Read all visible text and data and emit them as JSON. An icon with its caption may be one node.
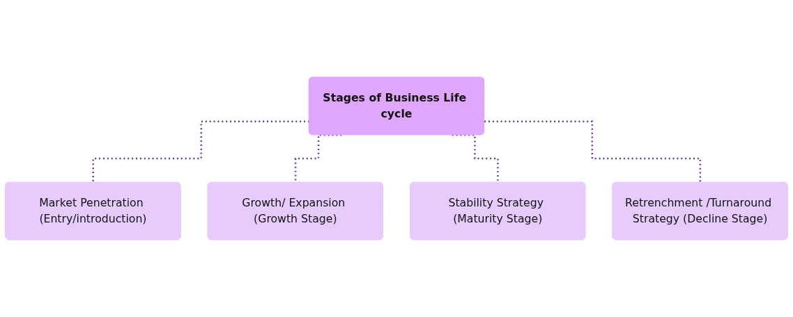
{
  "diagram": {
    "nodes": [
      {
        "text": [
          "Stages of Business Life cycle"
        ]
      },
      {
        "text": [
          "Market Penetration (Entry/introduction)"
        ]
      },
      {
        "text": [
          "Growth/ Expansion (Growth Stage)"
        ]
      },
      {
        "text": [
          "Stability Strategy (Maturity Stage)"
        ]
      },
      {
        "text": [
          "Retrenchment /Turnaround Strategy (Decline Stage)"
        ]
      }
    ],
    "edges": [
      {
        "from": 0,
        "to": 1,
        "arrow": "none",
        "style": "dashed"
      },
      {
        "from": 0,
        "to": 2,
        "arrow": "none",
        "style": "dashed"
      },
      {
        "from": 0,
        "to": 3,
        "arrow": "none",
        "style": "dashed"
      },
      {
        "from": 0,
        "to": 4,
        "arrow": "none",
        "style": "dashed"
      }
    ]
  }
}
